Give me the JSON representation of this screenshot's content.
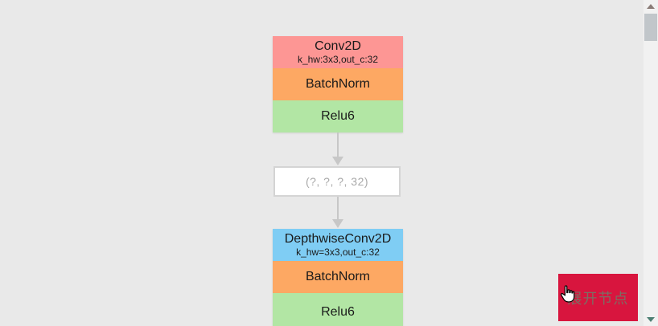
{
  "colors": {
    "background": "#e9e9e9",
    "conv_header": "#fd9694",
    "dwconv_header": "#7fcdf4",
    "batchnorm": "#fda863",
    "relu": "#b2e6a4",
    "expand_button": "#d8153e",
    "arrow": "#c7c7c7",
    "shape_box_border": "#d4d4d4",
    "shape_box_text": "#a9a9a9",
    "scroll_thumb": "#c1c6ca"
  },
  "graph": {
    "nodes": [
      {
        "kind": "op",
        "header": {
          "title": "Conv2D",
          "subtitle": "k_hw:3x3,out_c:32"
        },
        "layers": [
          {
            "label": "BatchNorm"
          },
          {
            "label": "Relu6"
          }
        ]
      },
      {
        "kind": "shape",
        "label": "(?, ?, ?, 32)"
      },
      {
        "kind": "op",
        "header": {
          "title": "DepthwiseConv2D",
          "subtitle": "k_hw=3x3,out_c:32"
        },
        "layers": [
          {
            "label": "BatchNorm"
          },
          {
            "label": "Relu6"
          }
        ]
      }
    ]
  },
  "expand_button": {
    "label": "展开节点"
  },
  "icons": {
    "hand_cursor": "hand-pointer-cursor",
    "scroll_up": "triangle-up",
    "scroll_down": "triangle-down"
  }
}
